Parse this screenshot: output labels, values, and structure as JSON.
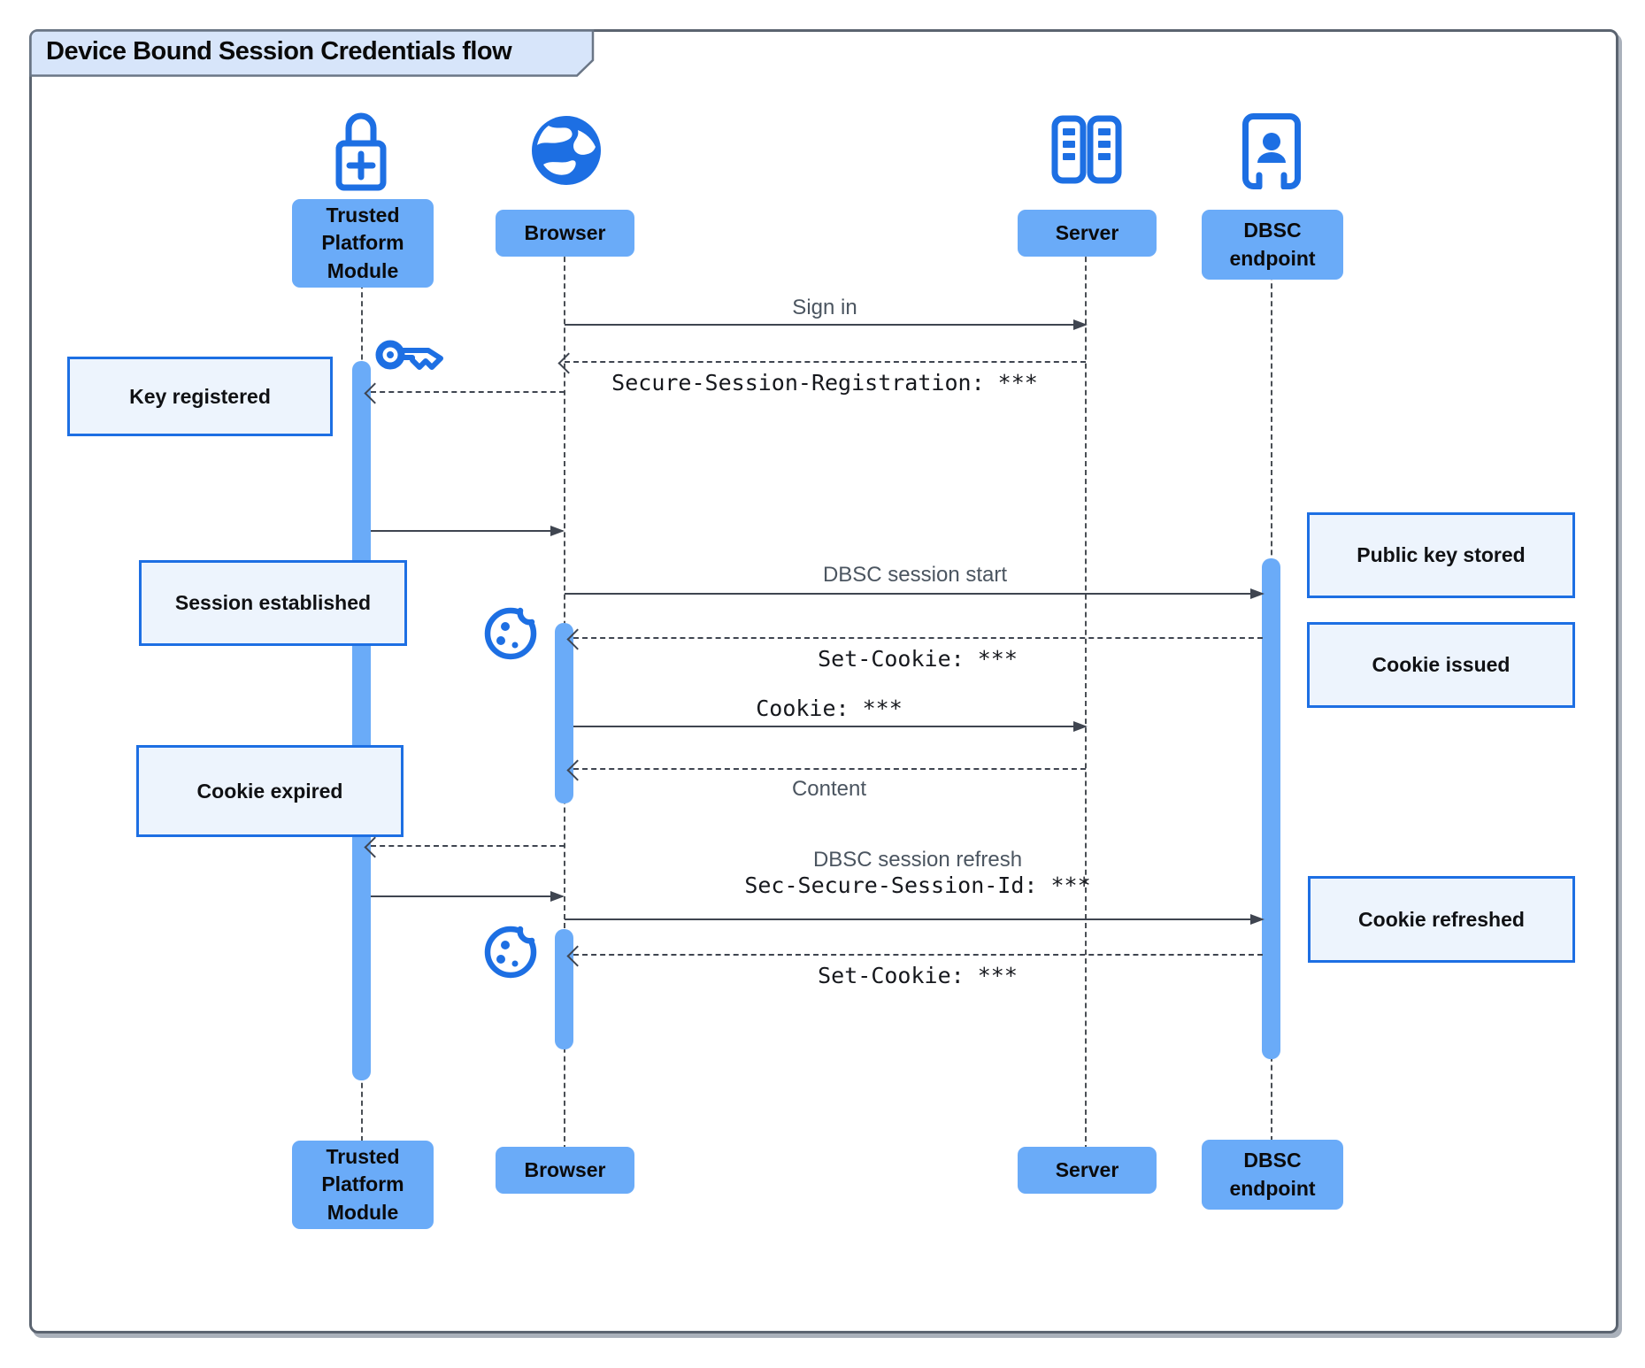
{
  "title": "Device Bound Session Credentials flow",
  "colors": {
    "accent_blue": "#1d6fe3",
    "activation_bar": "#6aabf8",
    "participant_box": "#6aabf8",
    "note_fill": "#edf4fd",
    "note_border": "#1d6fe3",
    "frame_border": "#5b6470",
    "title_tab_fill": "#d7e5fa",
    "arrow": "#3f4550"
  },
  "participants": [
    {
      "id": "tpm",
      "label": "Trusted Platform Module",
      "icon": "lock-plus-icon"
    },
    {
      "id": "browser",
      "label": "Browser",
      "icon": "globe-icon"
    },
    {
      "id": "server",
      "label": "Server",
      "icon": "server-rack-icon"
    },
    {
      "id": "dbsc",
      "label": "DBSC endpoint",
      "icon": "kiosk-person-icon"
    }
  ],
  "icons": [
    "lock-plus-icon",
    "globe-icon",
    "server-rack-icon",
    "kiosk-person-icon",
    "key-icon",
    "cookie-icon"
  ],
  "messages": [
    {
      "from": "Browser",
      "to": "Server",
      "style": "solid",
      "label": "Sign in"
    },
    {
      "from": "Server",
      "to": "Browser",
      "style": "dashed",
      "label": "Secure-Session-Registration: ***"
    },
    {
      "from": "Browser",
      "to": "Trusted Platform Module",
      "style": "dashed",
      "label": ""
    },
    {
      "from": "Trusted Platform Module",
      "to": "Browser",
      "style": "solid",
      "label": ""
    },
    {
      "from": "Browser",
      "to": "DBSC endpoint",
      "style": "solid",
      "label": "DBSC session start"
    },
    {
      "from": "DBSC endpoint",
      "to": "Browser",
      "style": "dashed",
      "label": "Set-Cookie: ***"
    },
    {
      "from": "Browser",
      "to": "Server",
      "style": "solid",
      "label": "Cookie: ***"
    },
    {
      "from": "Server",
      "to": "Browser",
      "style": "dashed",
      "label": "Content"
    },
    {
      "from": "Browser",
      "to": "Trusted Platform Module",
      "style": "dashed",
      "label": ""
    },
    {
      "from": "Trusted Platform Module",
      "to": "Browser",
      "style": "solid",
      "label": ""
    },
    {
      "from": "Browser",
      "to": "DBSC endpoint",
      "style": "solid",
      "label": "DBSC session refresh",
      "label_secondary": "Sec-Secure-Session-Id: ***"
    },
    {
      "from": "DBSC endpoint",
      "to": "Browser",
      "style": "dashed",
      "label": "Set-Cookie: ***"
    }
  ],
  "notes": [
    {
      "id": "key-registered",
      "label": "Key registered",
      "anchor": "Trusted Platform Module"
    },
    {
      "id": "session-established",
      "label": "Session established",
      "anchor": "Trusted Platform Module"
    },
    {
      "id": "cookie-expired",
      "label": "Cookie expired",
      "anchor": "Trusted Platform Module"
    },
    {
      "id": "public-key-stored",
      "label": "Public key stored",
      "anchor": "DBSC endpoint"
    },
    {
      "id": "cookie-issued",
      "label": "Cookie issued",
      "anchor": "DBSC endpoint"
    },
    {
      "id": "cookie-refreshed",
      "label": "Cookie refreshed",
      "anchor": "DBSC endpoint"
    }
  ]
}
